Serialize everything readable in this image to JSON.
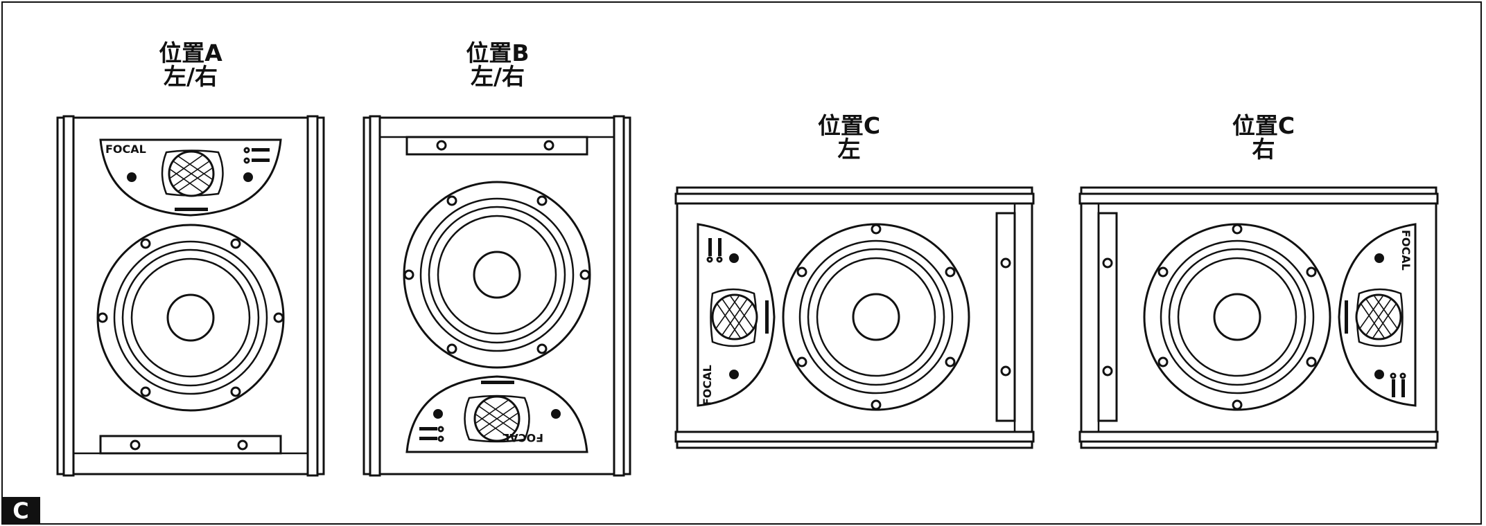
{
  "section_badge": "C",
  "positions": [
    {
      "line1": "位置A",
      "line2": "左/右"
    },
    {
      "line1": "位置B",
      "line2": "左/右"
    },
    {
      "line1": "位置C",
      "line2": "左"
    },
    {
      "line1": "位置C",
      "line2": "右"
    }
  ],
  "brand": "FOCAL"
}
